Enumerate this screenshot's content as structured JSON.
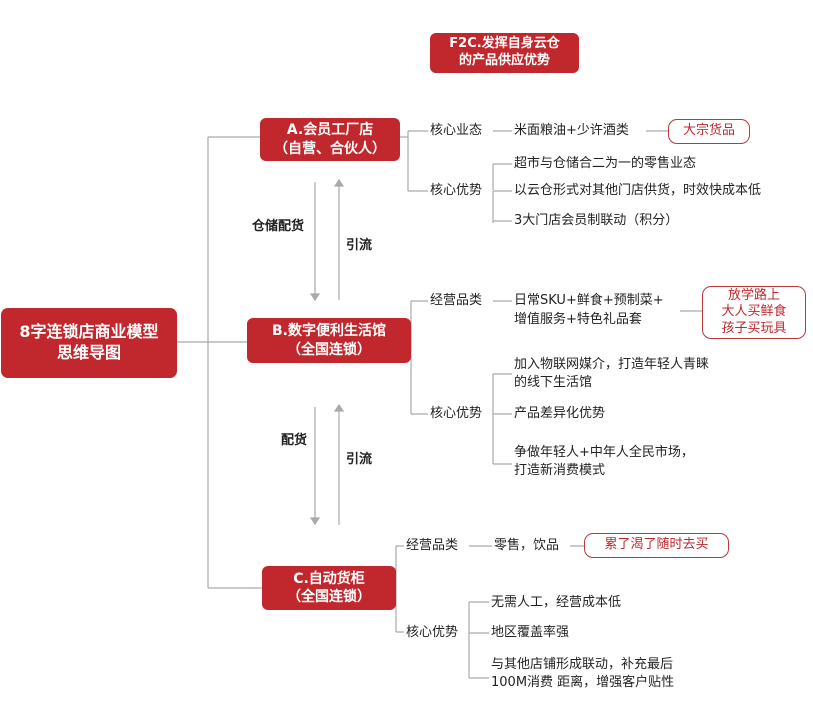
{
  "top_note": {
    "line1": "F2C.发挥自身云仓",
    "line2": "的产品供应优势"
  },
  "root": {
    "line1": "8字连锁店商业模型",
    "line2": "思维导图"
  },
  "store_a": {
    "line1": "A.会员工厂店",
    "line2": "（自营、合伙人）",
    "cat1_label": "核心业态",
    "cat1_item": "米面粮油+少许酒类",
    "cat1_tag": "大宗货品",
    "cat2_label": "核心优势",
    "cat2_items": [
      "超市与仓储合二为一的零售业态",
      "以云仓形式对其他门店供货，时效快成本低",
      "3大门店会员制联动（积分）"
    ]
  },
  "flow_ab": {
    "down": "仓储配货",
    "up": "引流"
  },
  "store_b": {
    "line1": "B.数字便利生活馆",
    "line2": "（全国连锁）",
    "cat1_label": "经营品类",
    "cat1_item_lines": [
      "日常SKU+鲜食+预制菜+",
      "增值服务+特色礼品套"
    ],
    "cat1_tag_lines": [
      "放学路上",
      "大人买鲜食",
      "孩子买玩具"
    ],
    "cat2_label": "核心优势",
    "cat2_item1_lines": [
      "加入物联网媒介，打造年轻人青睐",
      "的线下生活馆"
    ],
    "cat2_item2": "产品差异化优势",
    "cat2_item3_lines": [
      "争做年轻人+中年人全民市场，",
      "打造新消费模式"
    ]
  },
  "flow_bc": {
    "down": "配货",
    "up": "引流"
  },
  "store_c": {
    "line1": "C.自动货柜",
    "line2": "（全国连锁）",
    "cat1_label": "经营品类",
    "cat1_item": "零售，饮品",
    "cat1_tag": "累了渴了随时去买",
    "cat2_label": "核心优势",
    "cat2_item1": "无需人工，经营成本低",
    "cat2_item2": "地区覆盖率强",
    "cat2_item3_lines": [
      "与其他店铺形成联动，补充最后",
      "100M消费 距离，增强客户贴性"
    ]
  },
  "colors": {
    "accent": "#c0282e",
    "line": "#aaaaaa",
    "text": "#222222"
  }
}
